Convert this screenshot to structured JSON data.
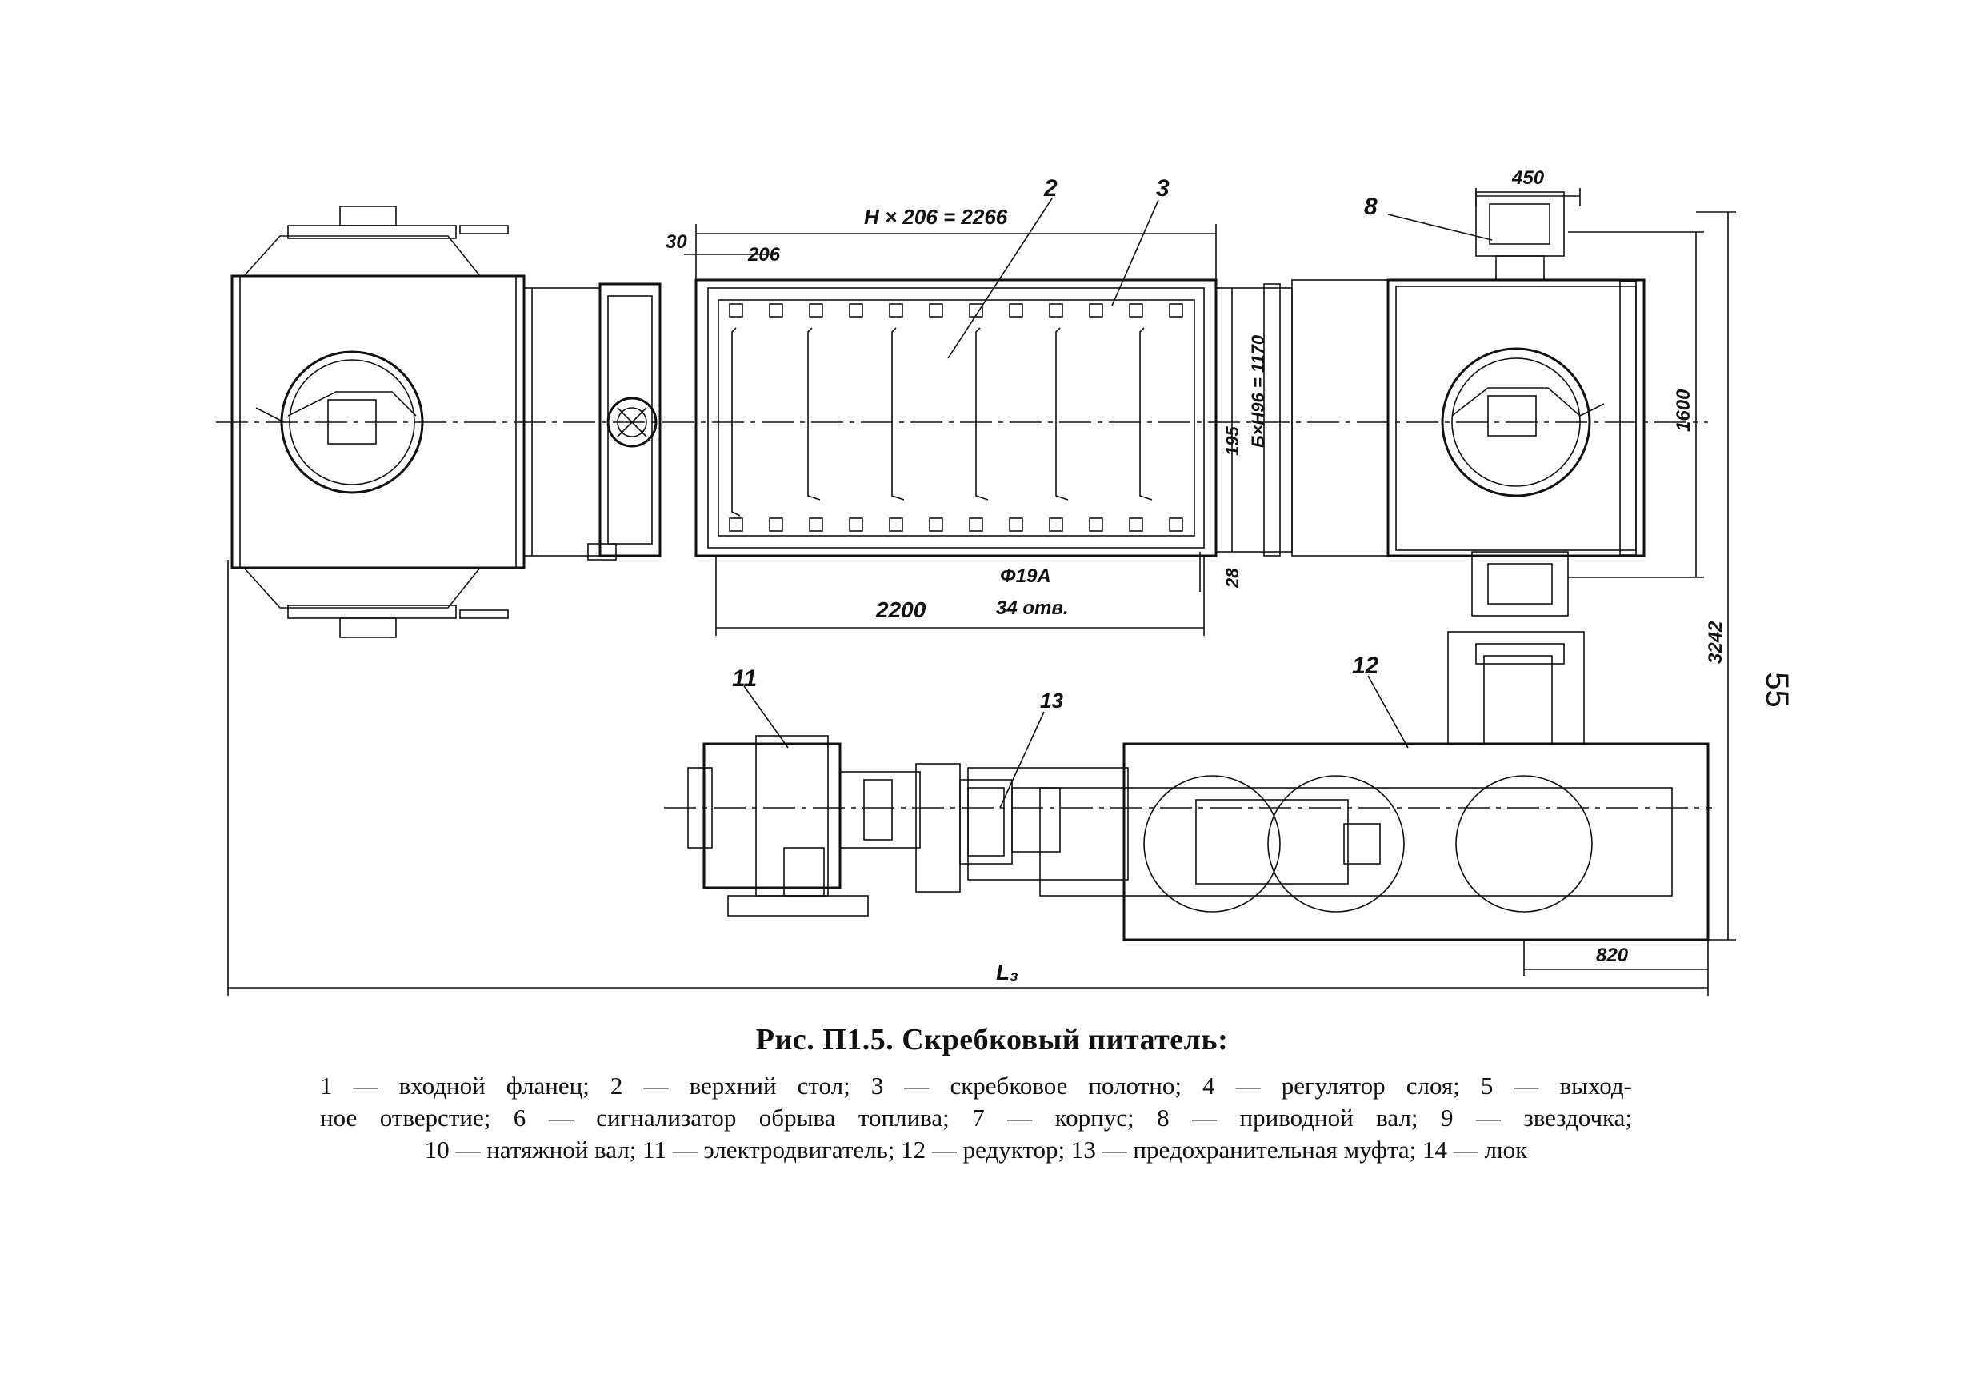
{
  "figure": {
    "caption_title": "Рис. П1.5. Скребковый питатель:",
    "caption_lines": [
      "1 — входной фланец; 2 — верхний стол; 3 — скребковое полотно; 4 — регулятор слоя; 5 — выход-",
      "ное отверстие; 6 — сигнализатор обрыва топлива; 7 — корпус; 8 — приводной вал; 9 — звездочка;",
      "10 — натяжной вал; 11 — электродвигатель; 12 — редуктор; 13 — предохранительная муфта; 14 — люк"
    ],
    "page_number": "55"
  },
  "dimensions": {
    "top_span": "H × 206 = 2266",
    "left_30": "30",
    "pitch_206": "206",
    "bottom_2200": "2200",
    "holes_dia": "Φ19A",
    "holes_count": "34 отв.",
    "side_195": "195",
    "side_28": "28",
    "inner_width": "Б×Н96 = 1170",
    "top_450": "450",
    "right_1600": "1600",
    "right_3242": "3242",
    "bottom_820": "820",
    "overall_L": "L₃"
  },
  "callouts": {
    "c2": "2",
    "c3": "3",
    "c8": "8",
    "c11": "11",
    "c12": "12",
    "c13": "13"
  }
}
